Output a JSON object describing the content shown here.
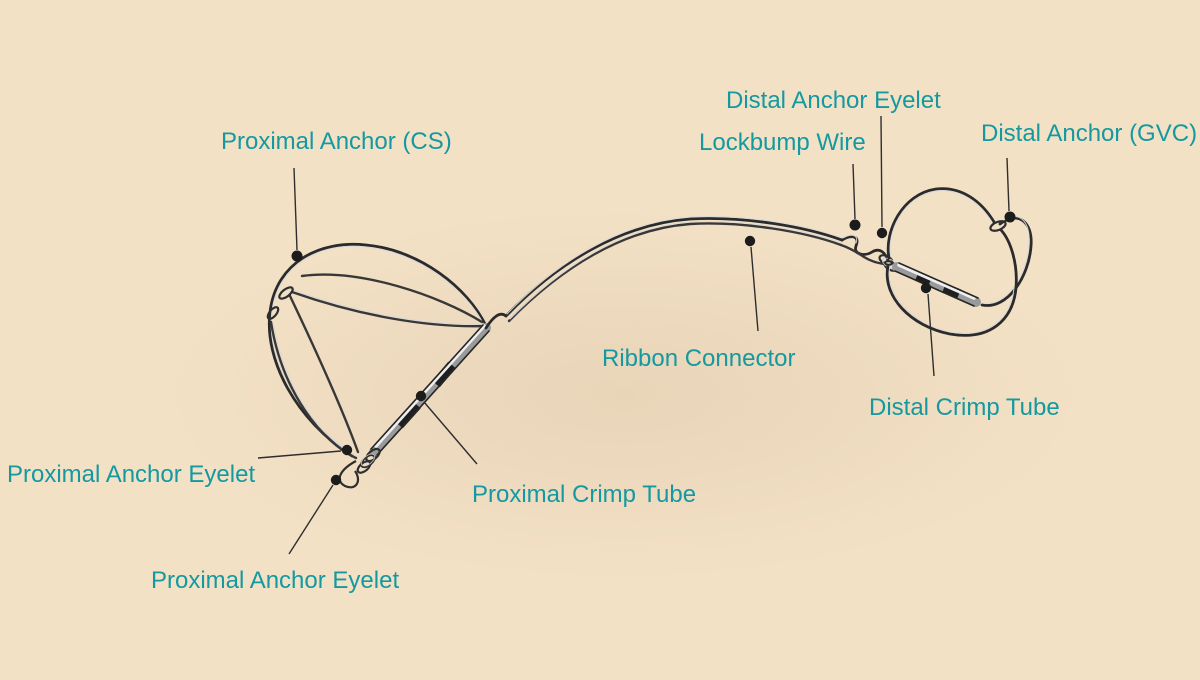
{
  "figure": {
    "background_color": "#f3e1c6",
    "label_color": "#1499a0",
    "leader_color": "#2e2e2e",
    "dot_color": "#1c1c1c",
    "wire_color": "#383838",
    "crimp_tube_color": "#9a9a9a"
  },
  "labels": {
    "proximal_anchor_cs": "Proximal Anchor (CS)",
    "distal_anchor_eyelet": "Distal Anchor Eyelet",
    "lockbump_wire": "Lockbump Wire",
    "distal_anchor_gvc": "Distal Anchor (GVC)",
    "ribbon_connector": "Ribbon Connector",
    "distal_crimp_tube": "Distal Crimp Tube",
    "proximal_anchor_eyelet_left": "Proximal Anchor Eyelet",
    "proximal_crimp_tube": "Proximal Crimp Tube",
    "proximal_anchor_eyelet_bottom": "Proximal Anchor Eyelet"
  }
}
